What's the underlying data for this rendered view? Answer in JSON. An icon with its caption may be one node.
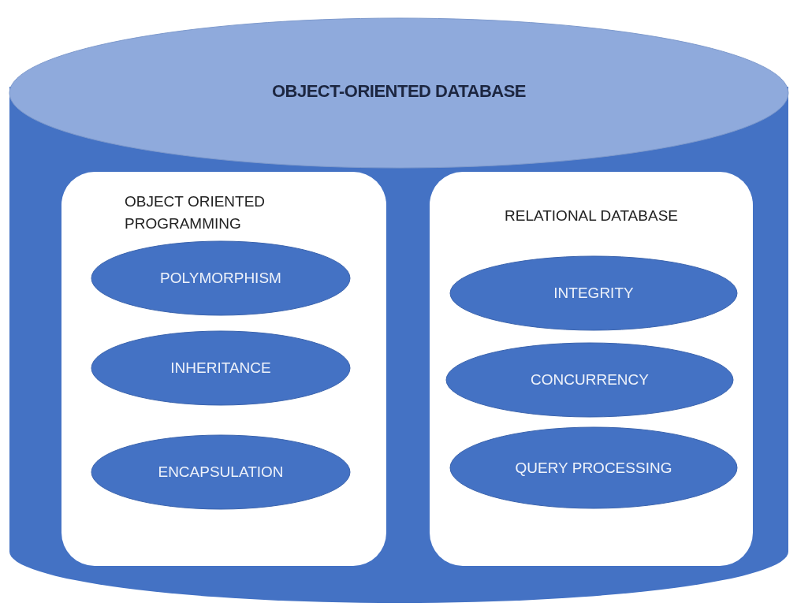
{
  "diagram": {
    "nodes": [
      {
        "text": [
          "OBJECT-ORIENTED DATABASE"
        ]
      },
      {
        "text": [
          "OBJECT ORIENTED PROGRAMMING"
        ],
        "in": 0
      },
      {
        "text": [
          "POLYMORPHISM"
        ],
        "in": 1
      },
      {
        "text": [
          "INHERITANCE"
        ],
        "in": 1
      },
      {
        "text": [
          "ENCAPSULATION"
        ],
        "in": 1
      },
      {
        "text": [
          "RELATIONAL DATABASE"
        ],
        "in": 0
      },
      {
        "text": [
          "INTEGRITY"
        ],
        "in": 5
      },
      {
        "text": [
          "CONCURRENCY"
        ],
        "in": 5
      },
      {
        "text": [
          "QUERY PROCESSING"
        ],
        "in": 5
      }
    ]
  }
}
